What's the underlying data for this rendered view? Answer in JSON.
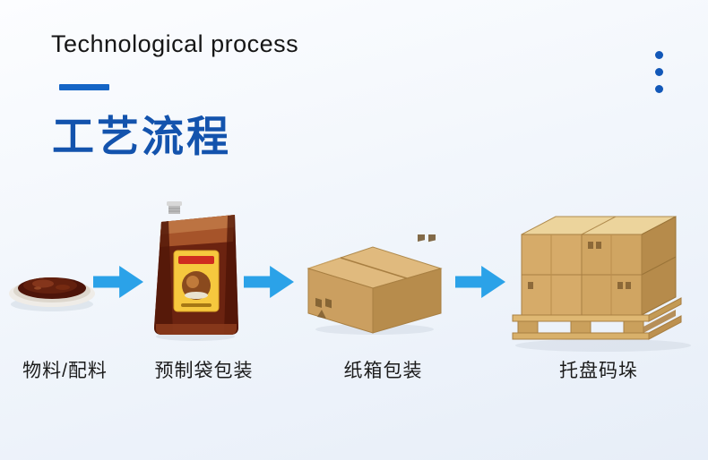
{
  "header": {
    "title_en": "Technological process",
    "title_zh": "工艺流程"
  },
  "steps": [
    {
      "label": "物料/配料",
      "icon": "ingredients-bowl-icon"
    },
    {
      "label": "预制袋包装",
      "icon": "spout-pouch-icon"
    },
    {
      "label": "纸箱包装",
      "icon": "carton-box-icon"
    },
    {
      "label": "托盘码垛",
      "icon": "pallet-stack-icon"
    }
  ],
  "colors": {
    "accent_blue": "#1353ad",
    "dash_blue": "#1565c6",
    "arrow_blue": "#2ba2e8",
    "dot_blue": "#1258b8",
    "heading_text": "#161616",
    "label_text": "#1b1b1b",
    "background_top": "#fcfdff",
    "background_bottom": "#e7eef8"
  }
}
